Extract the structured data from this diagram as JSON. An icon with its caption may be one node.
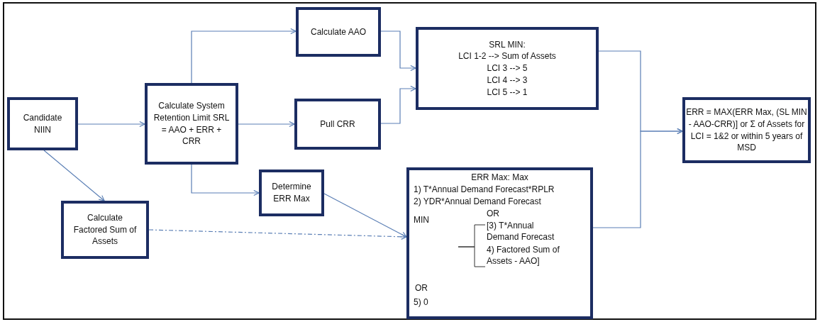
{
  "diagram": {
    "nodes": [
      {
        "text": [
          "Candidate NIIN"
        ]
      },
      {
        "text": [
          "Calculate System Retention Limit SRL = AAO + ERR + CRR"
        ]
      },
      {
        "text": [
          "Calculate AAO"
        ]
      },
      {
        "text": [
          "Pull CRR"
        ]
      },
      {
        "text": [
          "SRL MIN:",
          "LCI 1-2 --> Sum of Assets",
          "LCI 3 --> 5",
          "LCI 4 --> 3",
          "LCI 5 --> 1"
        ]
      },
      {
        "text": [
          "Determine ERR Max"
        ]
      },
      {
        "text": [
          "Calculate Factored Sum of Assets"
        ]
      },
      {
        "text": [
          "ERR Max: Max",
          "1) T*Annual Demand Forecast*RPLR",
          "2) YDR*Annual Demand Forecast",
          "OR",
          "MIN",
          "[3) T*Annual Demand Forecast",
          "4) Factored Sum of Assets - AAO]",
          "OR",
          "5) 0"
        ]
      },
      {
        "text": [
          "ERR = MAX(ERR Max, (SL MIN - AAO-CRR)] or Σ of Assets for LCI = 1&2 or within 5 years of MSD"
        ]
      }
    ],
    "edges": [
      {
        "from": 0,
        "to": 1,
        "arrow": "to"
      },
      {
        "from": 1,
        "to": 2,
        "arrow": "to"
      },
      {
        "from": 1,
        "to": 3,
        "arrow": "to"
      },
      {
        "from": 1,
        "to": 5,
        "arrow": "to"
      },
      {
        "from": 0,
        "to": 6,
        "arrow": "to"
      },
      {
        "from": 2,
        "to": 4,
        "arrow": "to"
      },
      {
        "from": 3,
        "to": 4,
        "arrow": "to"
      },
      {
        "from": 5,
        "to": 7,
        "arrow": "to"
      },
      {
        "from": 6,
        "to": 7,
        "arrow": "to",
        "style": "dashed"
      },
      {
        "from": 4,
        "to": 8,
        "arrow": "to"
      },
      {
        "from": 7,
        "to": 8,
        "arrow": "to"
      }
    ]
  }
}
